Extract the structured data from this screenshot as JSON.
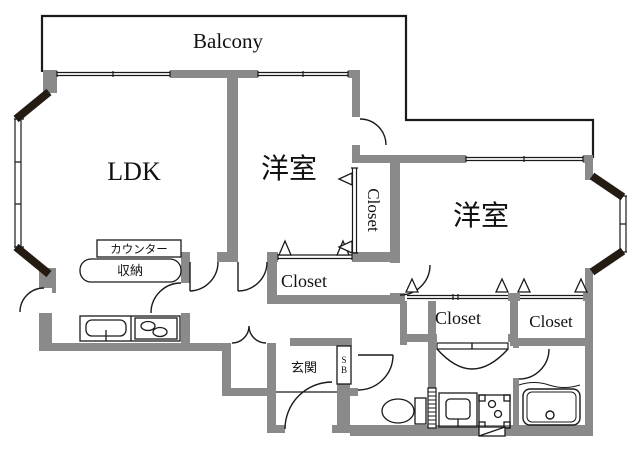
{
  "plan": {
    "balcony_label": "Balcony",
    "ldk_label": "LDK",
    "bedroom_mid_label": "洋室",
    "bedroom_right_label": "洋室",
    "closet_side_label": "Closet",
    "closet_mid_label": "Closet",
    "closet_right1_label": "Closet",
    "closet_right2_label": "Closet",
    "counter_label": "カウンター",
    "storage_label": "収納",
    "entrance_label": "玄関",
    "shoe_box_label": "SB"
  },
  "colors": {
    "wall": "#8a8a8a",
    "line": "#1a1a1a",
    "dark_trim": "#241c12",
    "background": "#ffffff"
  }
}
